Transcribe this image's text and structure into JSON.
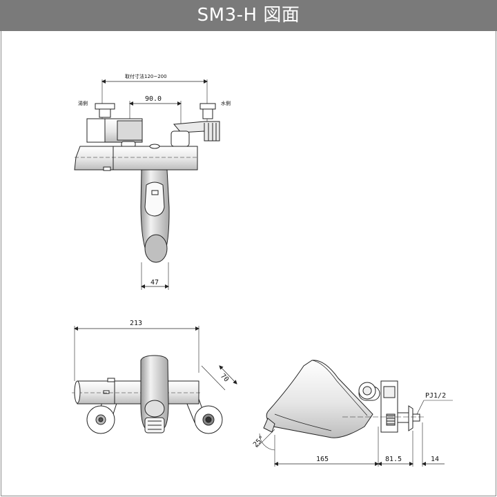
{
  "title": "SM3-H 図面",
  "top_view": {
    "mount_range": "取付寸法120~200",
    "center_distance": "90.0",
    "hot_side": "湯側",
    "cold_side": "水側",
    "spout_width": "47"
  },
  "front_view": {
    "overall_width": "213",
    "angle_dim": "70"
  },
  "side_view": {
    "angle": "25°",
    "spout_depth": "165",
    "body_depth": "81.5",
    "connector_depth": "14",
    "thread": "PJ1/2"
  },
  "colors": {
    "header": "#7a7a7a",
    "line": "#222222",
    "fill_light": "#f3f3f3",
    "fill_mid": "#d9d9d9"
  }
}
